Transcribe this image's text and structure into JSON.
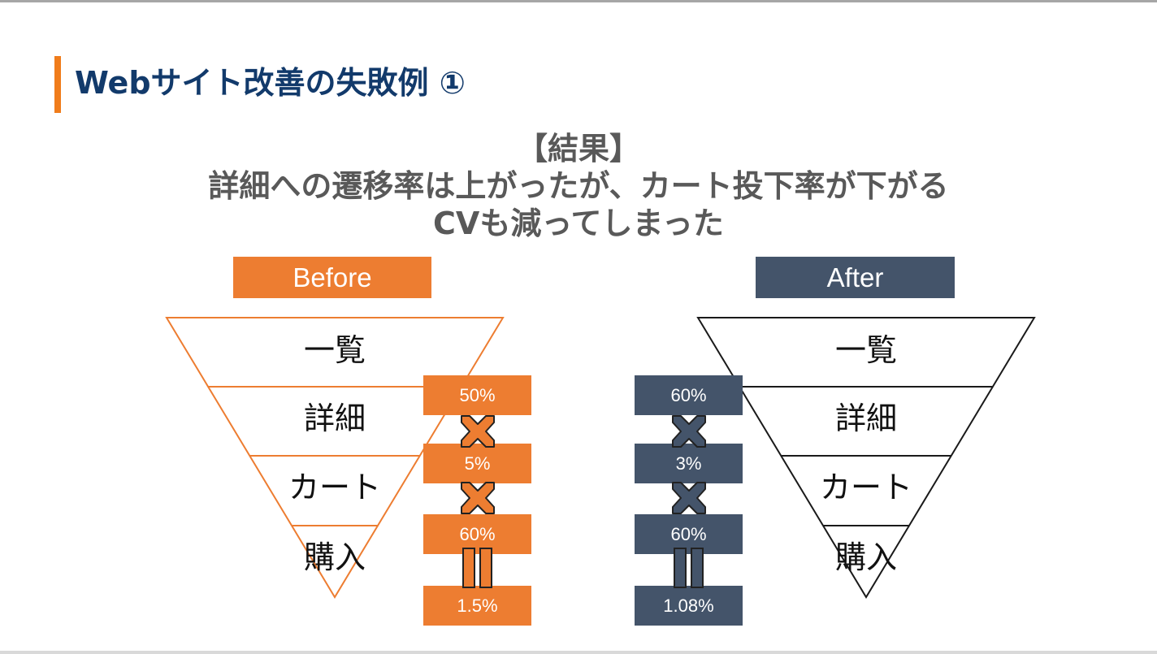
{
  "page": {
    "title": "Webサイト改善の失敗例 ①"
  },
  "headline": {
    "line1": "【結果】",
    "line2": "詳細への遷移率は上がったが、カート投下率が下がる",
    "line3": "CVも減ってしまった"
  },
  "before": {
    "label": "Before",
    "stages": [
      "一覧",
      "詳細",
      "カート",
      "購入"
    ],
    "rates": [
      "50%",
      "5%",
      "60%"
    ],
    "result": "1.5%",
    "color": "#ed7d31"
  },
  "after": {
    "label": "After",
    "stages": [
      "一覧",
      "詳細",
      "カート",
      "購入"
    ],
    "rates": [
      "60%",
      "3%",
      "60%"
    ],
    "result": "1.08%",
    "color": "#44546a"
  },
  "icons": {
    "multiply": "multiply-icon",
    "equals": "equals-icon"
  },
  "colors": {
    "title_accent": "#f07c1b",
    "title_text": "#123a6b",
    "headline_text": "#595959"
  }
}
